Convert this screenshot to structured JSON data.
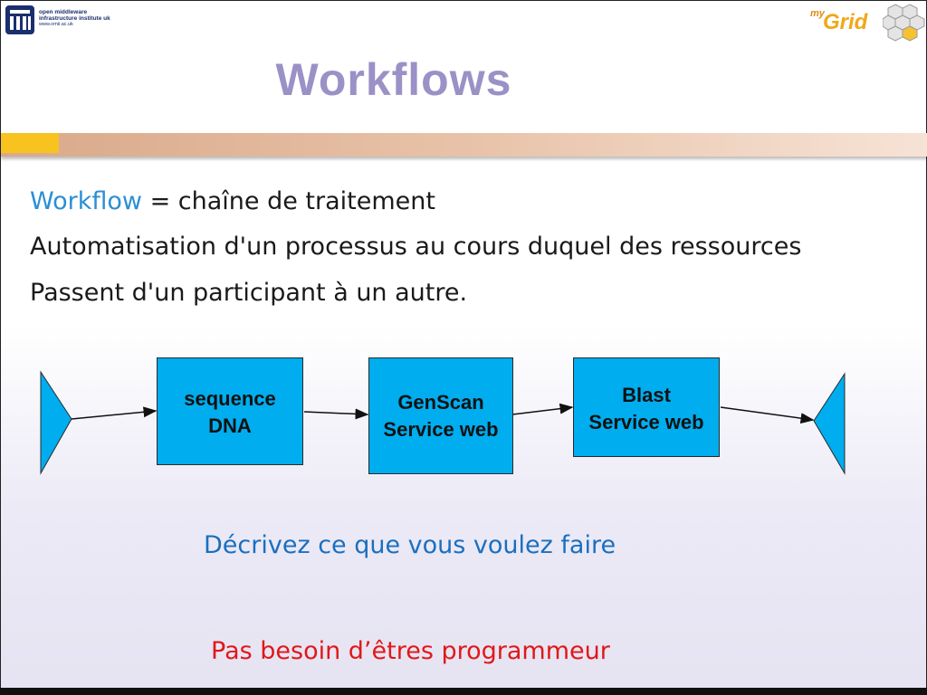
{
  "header": {
    "left_logo": {
      "icon": "omii-logo-icon",
      "lines": [
        "open middleware",
        "infrastructure institute uk"
      ],
      "url": "www.omii.ac.uk"
    },
    "right_logo": {
      "icon": "mygrid-logo-icon",
      "my": "my",
      "grid": "Grid"
    }
  },
  "title": "Workflows",
  "body": {
    "line1_keyword": "Workflow",
    "line1_rest": " = chaîne de traitement",
    "line2": "Automatisation d'un processus au cours duquel des ressources",
    "line3": "Passent d'un participant à un autre."
  },
  "diagram": {
    "nodes": [
      {
        "id": "sequence-dna",
        "line1": "sequence",
        "line2": "DNA"
      },
      {
        "id": "genscan",
        "line1": "GenScan",
        "line2": "Service web"
      },
      {
        "id": "blast",
        "line1": "Blast",
        "line2": "Service web"
      }
    ],
    "edges": [
      [
        "input",
        "sequence-dna"
      ],
      [
        "sequence-dna",
        "genscan"
      ],
      [
        "genscan",
        "blast"
      ],
      [
        "blast",
        "output"
      ]
    ],
    "colors": {
      "node_fill": "#00adef",
      "border": "#2a2a2a"
    }
  },
  "notes": {
    "blue": "Décrivez ce que vous voulez faire",
    "red": "Pas besoin d’êtres programmeur"
  },
  "colors": {
    "title": "#9b91c7",
    "keyword": "#2a8fd4",
    "blue_note": "#1a6fc0",
    "red_note": "#e01818"
  }
}
